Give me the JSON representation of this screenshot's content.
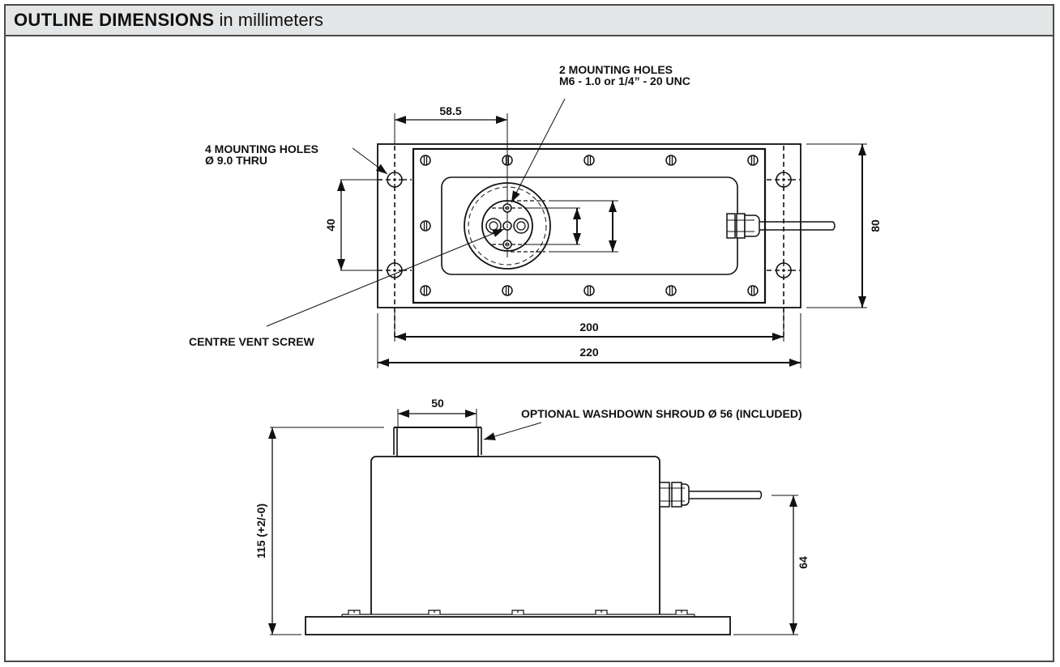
{
  "header": {
    "title_bold": "OUTLINE DIMENSIONS",
    "title_rest": " in millimeters"
  },
  "top_view": {
    "labels": {
      "mounting_holes_4_line1": "4 MOUNTING HOLES",
      "mounting_holes_4_line2": "Ø 9.0 THRU",
      "mounting_holes_2_line1": "2 MOUNTING HOLES",
      "mounting_holes_2_line2": "M6 - 1.0 or 1/4” - 20 UNC",
      "centre_vent_screw": "CENTRE VENT SCREW"
    },
    "dimensions": {
      "hole_offset": "58.5",
      "hole_spacing_vertical": "40",
      "height": "80",
      "hole_spacing_horizontal": "200",
      "length": "220"
    }
  },
  "side_view": {
    "labels": {
      "shroud": "OPTIONAL WASHDOWN SHROUD Ø 56 (INCLUDED)"
    },
    "dimensions": {
      "shroud_width": "50",
      "overall_height": "115 (+2/-0)",
      "cable_height": "64"
    }
  },
  "colors": {
    "header_bg": "#e4e5e6",
    "frame_border": "#4a4a4a",
    "line": "#111111"
  }
}
